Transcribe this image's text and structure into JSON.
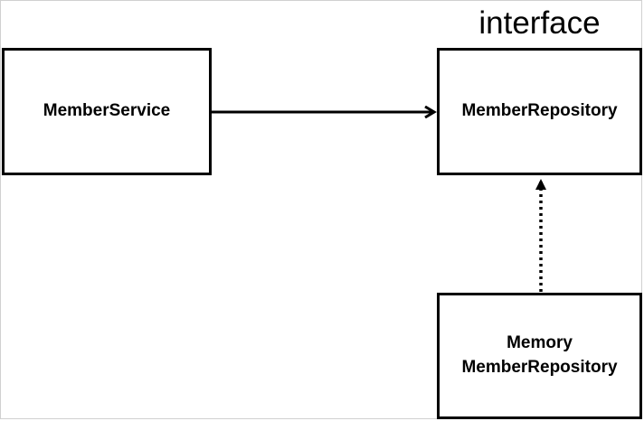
{
  "diagram": {
    "stereotype_label": "interface",
    "nodes": {
      "member_service": {
        "label": "MemberService"
      },
      "member_repository": {
        "label": "MemberRepository"
      },
      "memory_member_repository": {
        "line1": "Memory",
        "line2": "MemberRepository"
      }
    },
    "edges": [
      {
        "from": "MemberService",
        "to": "MemberRepository",
        "style": "solid",
        "head": "open-arrow"
      },
      {
        "from": "MemoryMemberRepository",
        "to": "MemberRepository",
        "style": "dotted",
        "head": "filled-arrow"
      }
    ]
  }
}
